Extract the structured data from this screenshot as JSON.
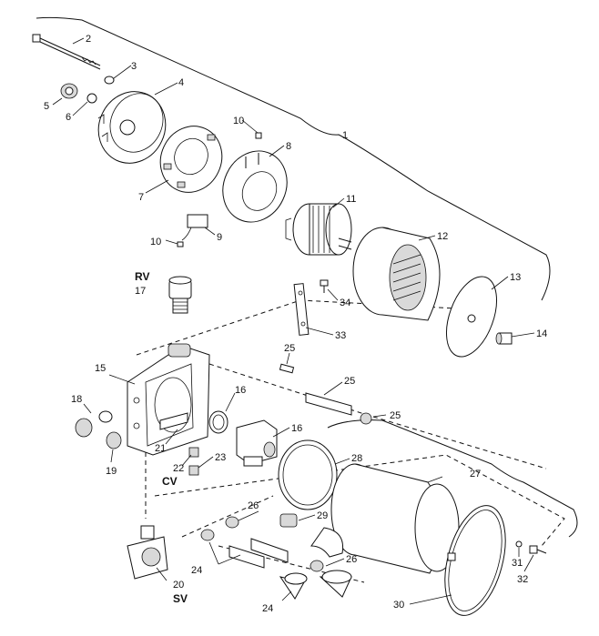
{
  "labels": {
    "p1": "1",
    "p2": "2",
    "p3": "3",
    "p4": "4",
    "p5": "5",
    "p6": "6",
    "p7": "7",
    "p8": "8",
    "p9": "9",
    "p10a": "10",
    "p10b": "10",
    "p11": "11",
    "p12": "12",
    "p13": "13",
    "p14": "14",
    "p15": "15",
    "p16a": "16",
    "p16b": "16",
    "p17": "17",
    "p18": "18",
    "p19": "19",
    "p20": "20",
    "p21": "21",
    "p22": "22",
    "p23": "23",
    "p24a": "24",
    "p24b": "24",
    "p25a": "25",
    "p25b": "25",
    "p25c": "25",
    "p26a": "26",
    "p26b": "26",
    "p27": "27",
    "p28": "28",
    "p29": "29",
    "p30": "30",
    "p31": "31",
    "p32": "32",
    "p33": "33",
    "p34": "34",
    "rv": "RV",
    "cv": "CV",
    "sv": "SV"
  }
}
